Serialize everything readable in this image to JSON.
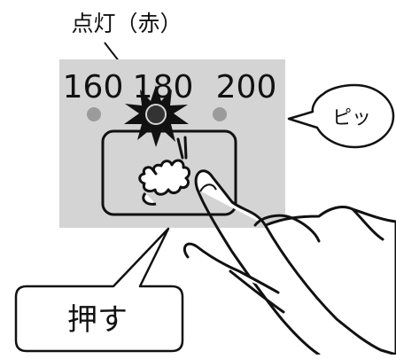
{
  "top_label": "点灯（赤）",
  "temps": {
    "t160": "160",
    "t180": "180",
    "t200": "200"
  },
  "callout_right": "ピッ",
  "callout_bottom": "押す",
  "button_icon": "fried-shrimp-icon",
  "colors": {
    "panel": "#d4d4d4",
    "led_off": "#9b9b9b",
    "led_on": "#333333",
    "line": "#111111"
  }
}
